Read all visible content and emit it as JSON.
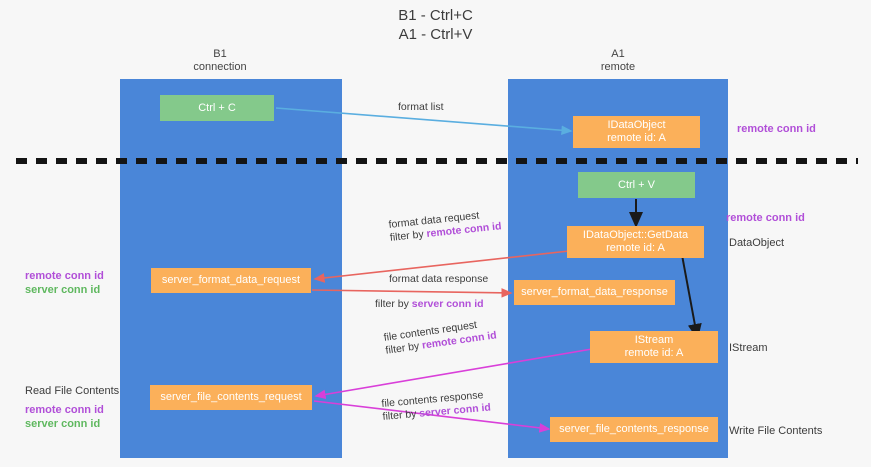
{
  "title": "B1 - Ctrl+C\nA1 - Ctrl+V",
  "lanes": [
    {
      "id": "b1",
      "header": "B1\nconnection"
    },
    {
      "id": "a1",
      "header": "A1\nremote"
    }
  ],
  "nodes": [
    {
      "id": "ctrl-c",
      "label": "Ctrl + C",
      "color": "green"
    },
    {
      "id": "idataobject",
      "label": "IDataObject\nremote id: A",
      "color": "orange"
    },
    {
      "id": "ctrl-v",
      "label": "Ctrl + V",
      "color": "green"
    },
    {
      "id": "idataobject-getdata",
      "label": "IDataObject::GetData\nremote id: A",
      "color": "orange"
    },
    {
      "id": "server-format-data-request",
      "label": "server_format_data_request",
      "color": "orange"
    },
    {
      "id": "server-format-data-response",
      "label": "server_format_data_response",
      "color": "orange"
    },
    {
      "id": "istream",
      "label": "IStream\nremote id: A",
      "color": "orange"
    },
    {
      "id": "server-file-contents-request",
      "label": "server_file_contents_request",
      "color": "orange"
    },
    {
      "id": "server-file-contents-response",
      "label": "server_file_contents_response",
      "color": "orange"
    }
  ],
  "edge_labels": {
    "format_list": "format list",
    "format_data_request": "format data request",
    "format_data_request_filter_prefix": "filter by ",
    "format_data_request_filter_key": "remote conn id",
    "format_data_response": "format data response",
    "format_data_response_filter_prefix": "filter by ",
    "format_data_response_filter_key": "server conn id",
    "file_contents_request": "file contents request",
    "file_contents_request_filter_prefix": "filter by ",
    "file_contents_request_filter_key": "remote conn id",
    "file_contents_response": "file contents response",
    "file_contents_response_filter_prefix": "filter by ",
    "file_contents_response_filter_key": "server conn id"
  },
  "right_labels": [
    {
      "id": "remote-conn-id-top",
      "text": "remote conn id",
      "style": "remote"
    },
    {
      "id": "remote-conn-id-mid",
      "text": "remote conn id",
      "style": "remote"
    },
    {
      "id": "dataobject",
      "text": "DataObject",
      "style": "plain"
    },
    {
      "id": "istream-label",
      "text": "IStream",
      "style": "plain"
    },
    {
      "id": "write-file-contents",
      "text": "Write File Contents",
      "style": "plain"
    }
  ],
  "left_labels": [
    {
      "id": "left-remote-conn-id-1",
      "text": "remote conn id",
      "style": "remote"
    },
    {
      "id": "left-server-conn-id-1",
      "text": "server conn id",
      "style": "server"
    },
    {
      "id": "read-file-contents",
      "text": "Read File Contents",
      "style": "plain"
    },
    {
      "id": "left-remote-conn-id-2",
      "text": "remote conn id",
      "style": "remote"
    },
    {
      "id": "left-server-conn-id-2",
      "text": "server conn id",
      "style": "server"
    }
  ],
  "colors": {
    "lane": "#4a86d8",
    "node_green": "#84c98b",
    "node_orange": "#fbb05a",
    "arrow_blue": "#5aaee0",
    "arrow_red": "#e8655f",
    "arrow_magenta": "#d93fd9",
    "arrow_black": "#1a1a1a",
    "remote_text": "#b14fd8",
    "server_text": "#5fb85f",
    "divider": "#141414",
    "background": "#f7f7f7"
  }
}
